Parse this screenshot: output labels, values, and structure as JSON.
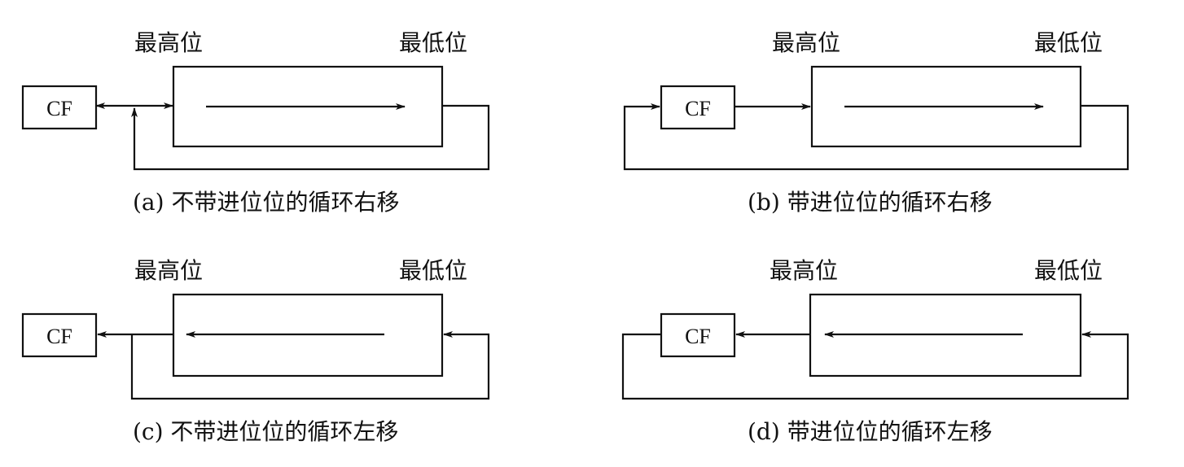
{
  "labels": {
    "high_bit": "最高位",
    "low_bit": "最低位",
    "carry_flag": "CF"
  },
  "captions": {
    "a": "(a) 不带进位位的循环右移",
    "b": "(b) 带进位位的循环右移",
    "c": "(c) 不带进位位的循环左移",
    "d": "(d) 带进位位的循环左移"
  }
}
